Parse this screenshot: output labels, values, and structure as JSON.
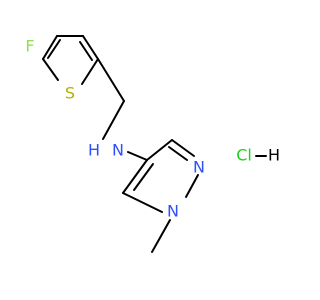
{
  "molecule": {
    "atoms": {
      "fluorine": "F",
      "sulfur": "S",
      "amine_nitrogen": "N",
      "amine_hydrogen": "H",
      "pyrazole_nitrogen_2": "N",
      "pyrazole_nitrogen_1": "N",
      "chlorine_salt": "Cl",
      "salt_hydrogen": "H"
    },
    "colors": {
      "bond": "#000000",
      "fluorine": "#90e050",
      "sulfur": "#b2b200",
      "nitrogen": "#3050f8",
      "chlorine": "#1fd01f",
      "hydrogen": "#000000"
    }
  }
}
